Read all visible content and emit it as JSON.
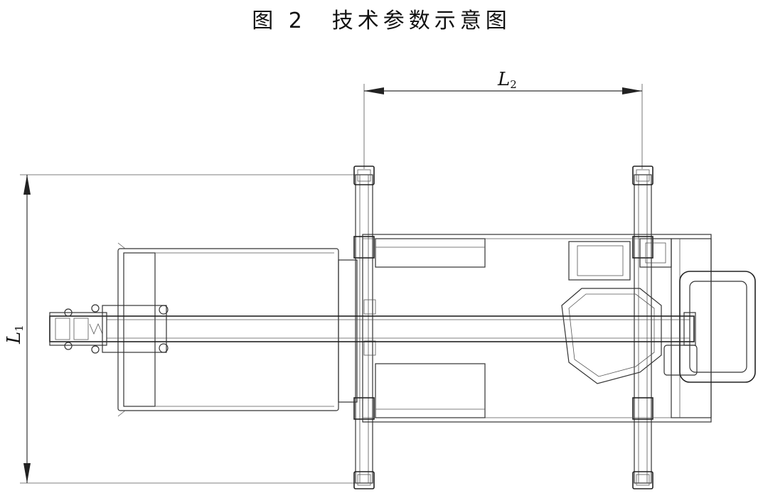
{
  "figure": {
    "title": "图 2　技术参数示意图"
  },
  "dimensions": {
    "l1": {
      "letter": "L",
      "sub": "1"
    },
    "l2": {
      "letter": "L",
      "sub": "2"
    }
  }
}
